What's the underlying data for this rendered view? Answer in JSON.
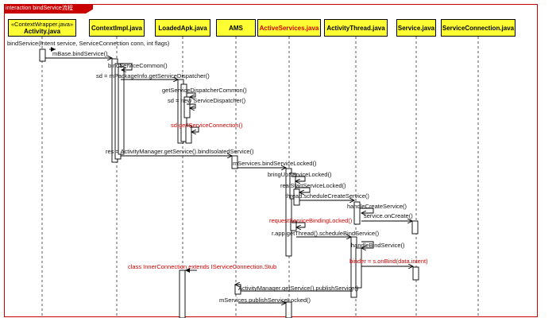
{
  "frame": {
    "title": "interaction bindService流程"
  },
  "lifelines": [
    {
      "stereotype": "«ContextWrapper.java»",
      "name": "Activity.java",
      "highlight": false
    },
    {
      "name": "ContextImpl.java",
      "highlight": false
    },
    {
      "name": "LoadedApk.java",
      "highlight": false
    },
    {
      "name": "AMS",
      "highlight": false
    },
    {
      "name": "ActiveServices.java",
      "highlight": true
    },
    {
      "name": "ActivityThread.java",
      "highlight": false
    },
    {
      "name": "Service.java",
      "highlight": false
    },
    {
      "name": "ServiceConnection.java",
      "highlight": false
    }
  ],
  "messages": [
    {
      "text": "bindService(Intent service, ServiceConnection conn, int flags)",
      "highlight": false
    },
    {
      "text": "mBase.bindService()",
      "highlight": false
    },
    {
      "text": "bindServiceCommon()",
      "highlight": false
    },
    {
      "text": "sd = mPackageInfo.getServiceDispatcher()",
      "highlight": false
    },
    {
      "text": "getServiceDispatcherCommon()",
      "highlight": false
    },
    {
      "text": "sd = new ServiceDispatcher()",
      "highlight": false
    },
    {
      "text": "sd.getIServiceConnection()",
      "highlight": true
    },
    {
      "text": "res = ActivityManager.getService().bindIsolatedService()",
      "highlight": false
    },
    {
      "text": "mServices.bindServiceLocked()",
      "highlight": false
    },
    {
      "text": "bringUpServiceLocked()",
      "highlight": false
    },
    {
      "text": "realStartServiceLocked()",
      "highlight": false
    },
    {
      "text": "thread.scheduleCreateService()",
      "highlight": false
    },
    {
      "text": "handleCreateService()",
      "highlight": false
    },
    {
      "text": "service.onCreate()",
      "highlight": false
    },
    {
      "text": "requestServiceBindingLocked()",
      "highlight": true
    },
    {
      "text": "r.app.getThread().scheduleBindService()",
      "highlight": false
    },
    {
      "text": "handleBindService()",
      "highlight": false
    },
    {
      "text": "binder = s.onBind(data.intent)",
      "highlight": true
    },
    {
      "text": "class InnerConnection extends IServiceConnection.Stub",
      "highlight": true
    },
    {
      "text": "ActivityManager.getService().publishService()",
      "highlight": false
    },
    {
      "text": "mServices.publishServiceLocked()",
      "highlight": false
    }
  ],
  "colors": {
    "frame": "#c80000",
    "lifeline_fill": "#ffff33",
    "highlight_text": "#d00000",
    "line": "#000000"
  }
}
